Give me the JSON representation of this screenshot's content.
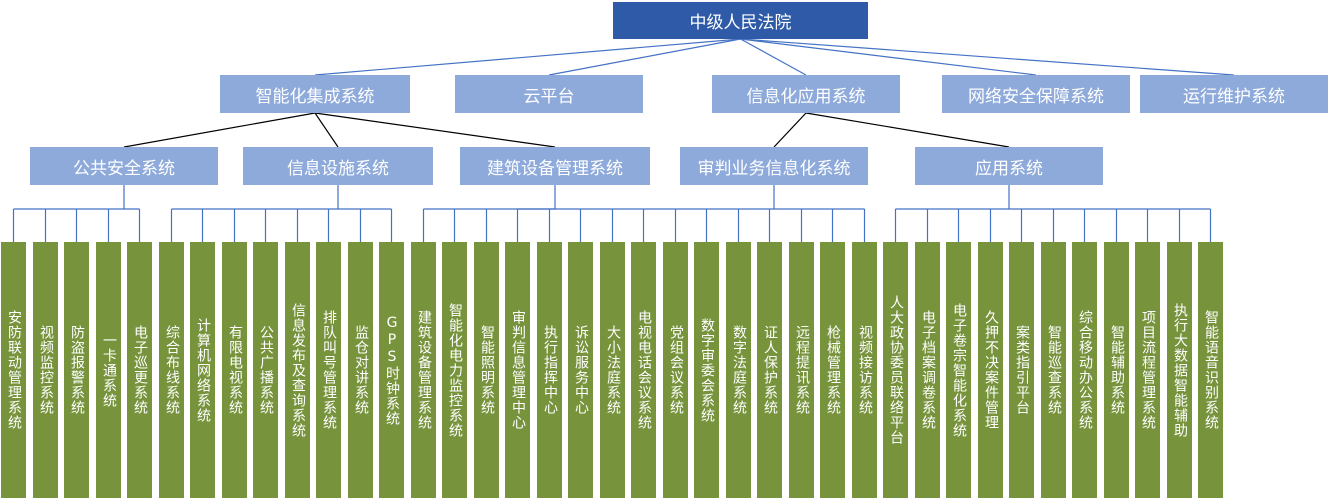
{
  "root": {
    "label": "中级人民法院"
  },
  "level1": [
    {
      "label": "智能化集成系统"
    },
    {
      "label": "云平台"
    },
    {
      "label": "信息化应用系统"
    },
    {
      "label": "网络安全保障系统"
    },
    {
      "label": "运行维护系统"
    }
  ],
  "level2": [
    {
      "label": "公共安全系统",
      "parent": 0
    },
    {
      "label": "信息设施系统",
      "parent": 0
    },
    {
      "label": "建筑设备管理系统",
      "parent": 0
    },
    {
      "label": "审判业务信息化系统",
      "parent": 2
    },
    {
      "label": "应用系统",
      "parent": 2
    }
  ],
  "leaves": [
    {
      "label": "安防联动管理系统",
      "group": 0
    },
    {
      "label": "视频监控系统",
      "group": 0
    },
    {
      "label": "防盗报警系统",
      "group": 0
    },
    {
      "label": "一卡通系统",
      "group": 0
    },
    {
      "label": "电子巡更系统",
      "group": 0
    },
    {
      "label": "综合布线系统",
      "group": 1
    },
    {
      "label": "计算机网络系统",
      "group": 1
    },
    {
      "label": "有限电视系统",
      "group": 1
    },
    {
      "label": "公共广播系统",
      "group": 1
    },
    {
      "label": "信息发布及查询系统",
      "group": 1
    },
    {
      "label": "排队叫号管理系统",
      "group": 1
    },
    {
      "label": "监仓对讲系统",
      "group": 1
    },
    {
      "label": "GPS时钟系统",
      "group": 1
    },
    {
      "label": "建筑设备管理系统",
      "group": 2
    },
    {
      "label": "智能化电力监控系统",
      "group": 2
    },
    {
      "label": "智能照明系统",
      "group": 2
    },
    {
      "label": "审判信息管理中心",
      "group": 3
    },
    {
      "label": "执行指挥中心",
      "group": 3
    },
    {
      "label": "诉讼服务中心",
      "group": 3
    },
    {
      "label": "大小法庭系统",
      "group": 3
    },
    {
      "label": "电视电话会议系统",
      "group": 3
    },
    {
      "label": "党组会议系统",
      "group": 3
    },
    {
      "label": "数字审委会系统",
      "group": 3
    },
    {
      "label": "数字法庭系统",
      "group": 3
    },
    {
      "label": "证人保护系统",
      "group": 3
    },
    {
      "label": "远程提讯系统",
      "group": 3
    },
    {
      "label": "枪械管理系统",
      "group": 3
    },
    {
      "label": "视频接访系统",
      "group": 3
    },
    {
      "label": "人大政协委员联络平台",
      "group": 4
    },
    {
      "label": "电子档案调卷系统",
      "group": 4
    },
    {
      "label": "电子卷宗智能化系统",
      "group": 4
    },
    {
      "label": "久押不决案件管理",
      "group": 4
    },
    {
      "label": "案类指引平台",
      "group": 4
    },
    {
      "label": "智能巡查系统",
      "group": 4
    },
    {
      "label": "综合移动办公系统",
      "group": 4
    },
    {
      "label": "智能辅助系统",
      "group": 4
    },
    {
      "label": "项目流程管理系统",
      "group": 4
    },
    {
      "label": "执行大数据智能辅助",
      "group": 4
    },
    {
      "label": "智能语音识别系统",
      "group": 4
    }
  ],
  "colors": {
    "root": "#2e5aa8",
    "level_box": "#8eaadb",
    "leaf": "#77933c",
    "line_blue": "#4472c4",
    "line_black": "#000000"
  }
}
